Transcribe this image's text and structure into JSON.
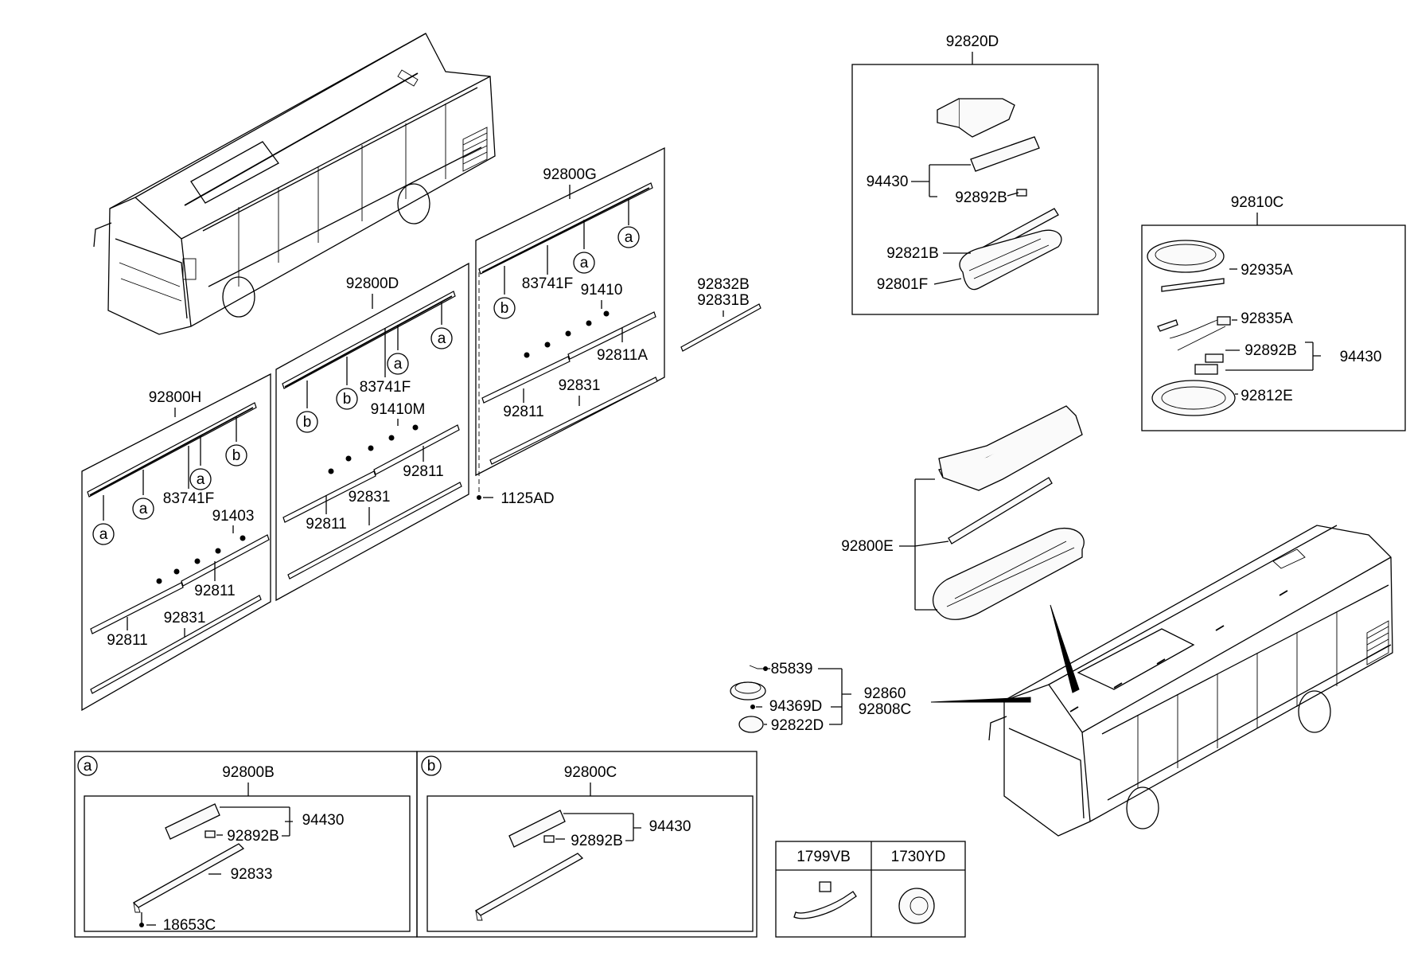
{
  "labels": {
    "p92820D": "92820D",
    "p94430_top": "94430",
    "p92892B_top": "92892B",
    "p92821B": "92821B",
    "p92801F": "92801F",
    "p92810C": "92810C",
    "p92935A": "92935A",
    "p92835A": "92835A",
    "p92892B_right": "92892B",
    "p94430_right": "94430",
    "p92812E": "92812E",
    "p92800G": "92800G",
    "p83741F_g": "83741F",
    "p91410": "91410",
    "p92811A": "92811A",
    "p92831_g": "92831",
    "p92811_g": "92811",
    "p1125AD": "1125AD",
    "p92832B": "92832B",
    "p92831B": "92831B",
    "p92800D": "92800D",
    "p83741F_d": "83741F",
    "p91410M": "91410M",
    "p92811_d1": "92811",
    "p92831_d": "92831",
    "p92811_d2": "92811",
    "p92800H": "92800H",
    "p83741F_h": "83741F",
    "p91403": "91403",
    "p92811_h1": "92811",
    "p92831_h": "92831",
    "p92811_h2": "92811",
    "p92800E": "92800E",
    "p85839": "85839",
    "p92860": "92860",
    "p94369D": "94369D",
    "p92808C": "92808C",
    "p92822D": "92822D",
    "p92800B": "92800B",
    "p94430_b": "94430",
    "p92892B_b": "92892B",
    "p92833": "92833",
    "p18653C": "18653C",
    "p92800C": "92800C",
    "p94430_c": "94430",
    "p92892B_c": "92892B",
    "p1799VB": "1799VB",
    "p1730YD": "1730YD"
  },
  "markers": {
    "a": "a",
    "b": "b"
  }
}
